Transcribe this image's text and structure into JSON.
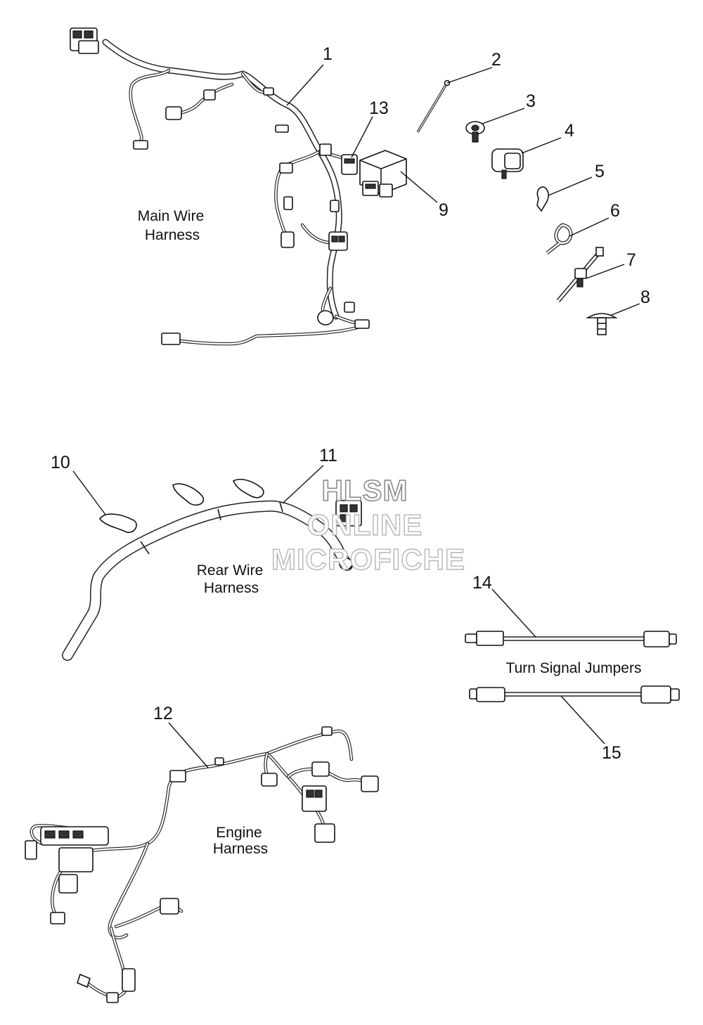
{
  "callouts": [
    "1",
    "2",
    "3",
    "4",
    "5",
    "6",
    "7",
    "8",
    "9",
    "10",
    "11",
    "12",
    "13",
    "14",
    "15"
  ],
  "captions": {
    "main_line1": "Main Wire",
    "main_line2": "Harness",
    "rear_line1": "Rear Wire",
    "rear_line2": "Harness",
    "engine_line1": "Engine",
    "engine_line2": "Harness",
    "turn_signal": "Turn Signal Jumpers"
  },
  "watermark": {
    "line1": "HLSM",
    "line2": "ONLINE",
    "line3": "MICROFICHE"
  }
}
